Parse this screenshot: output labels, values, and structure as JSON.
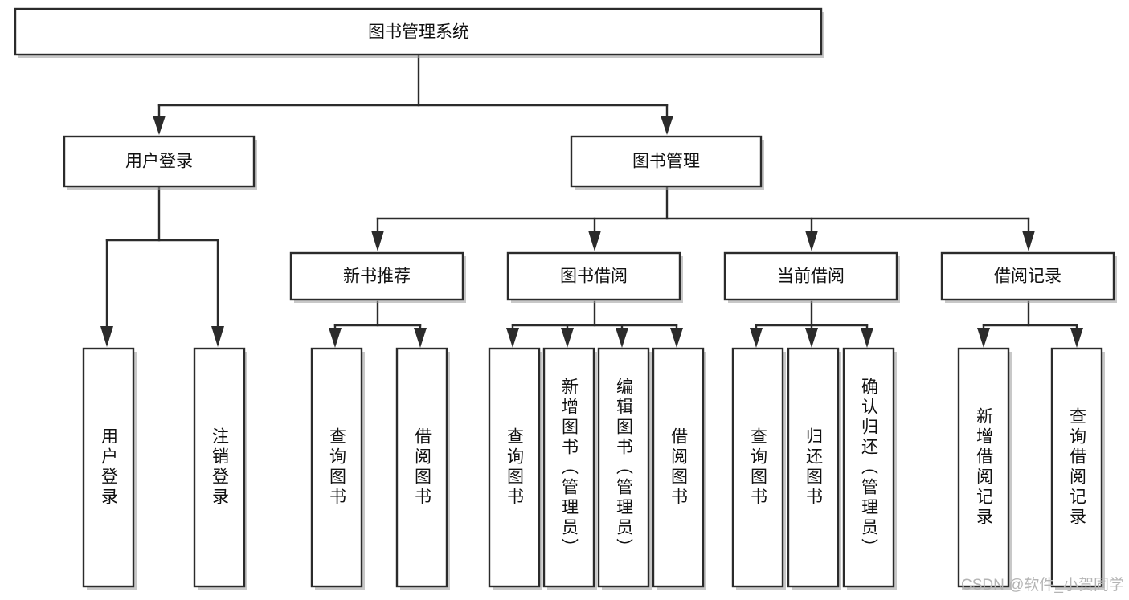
{
  "diagram": {
    "type": "hierarchy-tree",
    "title": "图书管理系统",
    "root": {
      "label": "图书管理系统"
    },
    "level2": [
      {
        "label": "用户登录"
      },
      {
        "label": "图书管理"
      }
    ],
    "level3": [
      {
        "label": "新书推荐"
      },
      {
        "label": "图书借阅"
      },
      {
        "label": "当前借阅"
      },
      {
        "label": "借阅记录"
      }
    ],
    "leaves": {
      "user_login": [
        {
          "label": "用户登录"
        },
        {
          "label": "注销登录"
        }
      ],
      "new_book_recommend": [
        {
          "label": "查询图书"
        },
        {
          "label": "借阅图书"
        }
      ],
      "book_borrow": [
        {
          "label": "查询图书"
        },
        {
          "label": "新增图书（管理员）"
        },
        {
          "label": "编辑图书（管理员）"
        },
        {
          "label": "借阅图书"
        }
      ],
      "current_borrow": [
        {
          "label": "查询图书"
        },
        {
          "label": "归还图书"
        },
        {
          "label": "确认归还（管理员）"
        }
      ],
      "borrow_record": [
        {
          "label": "新增借阅记录"
        },
        {
          "label": "查询借阅记录"
        }
      ]
    }
  },
  "watermark": {
    "text": "CSDN @软件_小贺同学"
  },
  "colors": {
    "box_stroke": "#2b2b2b",
    "box_fill": "#ffffff",
    "text": "#111111",
    "shadow": "#9a9a9a",
    "watermark": "#b4b4b4"
  }
}
